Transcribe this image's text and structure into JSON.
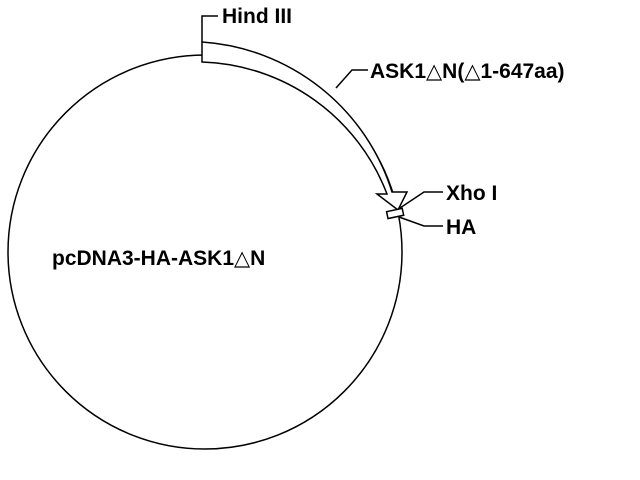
{
  "plasmid": {
    "name": "pcDNA3-HA-ASK1△N",
    "features": {
      "hind_site": "Hind III",
      "insert": "ASK1△N(△1-647aa)",
      "xho_site": "Xho I",
      "tag": "HA"
    }
  },
  "colors": {
    "stroke": "#000000",
    "background": "#ffffff"
  }
}
